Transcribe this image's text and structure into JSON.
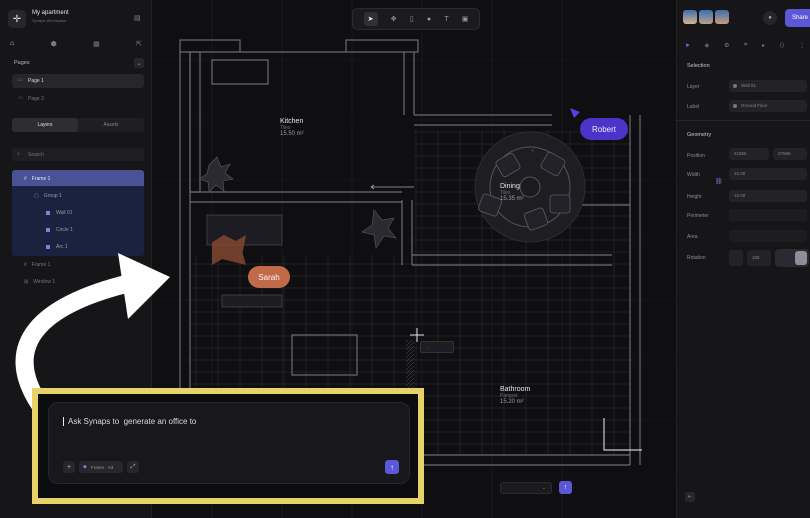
{
  "app": {
    "project_name": "My apartment",
    "workspace": "Synaps Workspace"
  },
  "pages": {
    "title": "Pages",
    "items": [
      "Page 1",
      "Page 2"
    ]
  },
  "layers_tabs": {
    "layers": "Layers",
    "assets": "Assets"
  },
  "search": {
    "placeholder": "Search"
  },
  "layer_tree": [
    {
      "label": "Frame 1",
      "level": 0,
      "selected": true
    },
    {
      "label": "Group 1",
      "level": 1,
      "selected": true
    },
    {
      "label": "Wall 01",
      "level": 2,
      "selected": true
    },
    {
      "label": "Circle 1",
      "level": 2,
      "selected": true
    },
    {
      "label": "Arc 1",
      "level": 2,
      "selected": true
    },
    {
      "label": "Frame 1",
      "level": 0,
      "selected": false
    },
    {
      "label": "Window 1",
      "level": 0,
      "selected": false
    }
  ],
  "rooms": {
    "kitchen": {
      "name": "Kitchen",
      "type": "Tiles",
      "area": "15.50 m²"
    },
    "dining": {
      "name": "Dining",
      "type": "Tiles",
      "area": "15.35 m²"
    },
    "bathroom": {
      "name": "Bathroom",
      "type": "Parquet",
      "area": "15.20 m²"
    }
  },
  "collaborators": {
    "robert": "Robert",
    "sarah": "Sarah"
  },
  "prompt": {
    "text": "Ask Synaps to  generate an office to",
    "chip": "Frame · A3"
  },
  "canvas_tooltip": "...",
  "right_panel": {
    "share": "Share",
    "selection": "Selection",
    "layer_label": "Layer",
    "layer_value": "Wall 01",
    "label_label": "Label",
    "label_value": "Ground Floor",
    "geometry": "Geometry",
    "position": "Position",
    "pos_x": "21556",
    "pos_y": "27665",
    "width": "Width",
    "width_val": "10.00",
    "height": "Height",
    "height_val": "10.00",
    "perimeter": "Perimeter",
    "area": "Area",
    "rotation": "Rotation",
    "rotation_val": "100"
  },
  "colors": {
    "accent": "#5b57d6",
    "highlight": "#e8d36a",
    "sarah": "#c06a4a",
    "robert": "#4a34c9"
  }
}
